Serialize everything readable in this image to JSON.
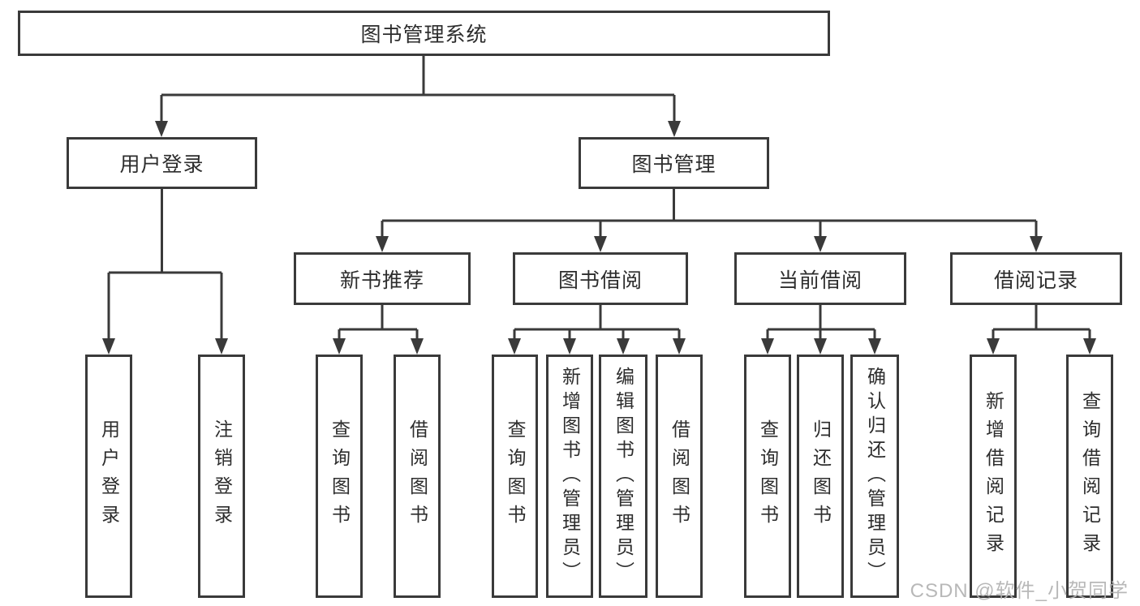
{
  "colors": {
    "line": "#3a3a3a",
    "text": "#2d2d2d",
    "background": "#ffffff",
    "watermark": "#b3b3b3"
  },
  "diagram": {
    "root": {
      "label": "图书管理系统"
    },
    "level1": [
      {
        "label": "用户登录"
      },
      {
        "label": "图书管理"
      }
    ],
    "level2": [
      {
        "label": "新书推荐",
        "parent": "图书管理"
      },
      {
        "label": "图书借阅",
        "parent": "图书管理"
      },
      {
        "label": "当前借阅",
        "parent": "图书管理"
      },
      {
        "label": "借阅记录",
        "parent": "图书管理"
      }
    ],
    "leaves": [
      {
        "label": "用户登录",
        "parent": "用户登录"
      },
      {
        "label": "注销登录",
        "parent": "用户登录"
      },
      {
        "label": "查询图书",
        "parent": "新书推荐"
      },
      {
        "label": "借阅图书",
        "parent": "新书推荐"
      },
      {
        "label": "查询图书",
        "parent": "图书借阅"
      },
      {
        "label": "新增图书（管理员）",
        "parent": "图书借阅"
      },
      {
        "label": "编辑图书（管理员）",
        "parent": "图书借阅"
      },
      {
        "label": "借阅图书",
        "parent": "图书借阅"
      },
      {
        "label": "查询图书",
        "parent": "当前借阅"
      },
      {
        "label": "归还图书",
        "parent": "当前借阅"
      },
      {
        "label": "确认归还（管理员）",
        "parent": "当前借阅"
      },
      {
        "label": "新增借阅记录",
        "parent": "借阅记录"
      },
      {
        "label": "查询借阅记录",
        "parent": "借阅记录"
      }
    ]
  },
  "watermark": {
    "text": "CSDN @软件_小贺同学"
  }
}
